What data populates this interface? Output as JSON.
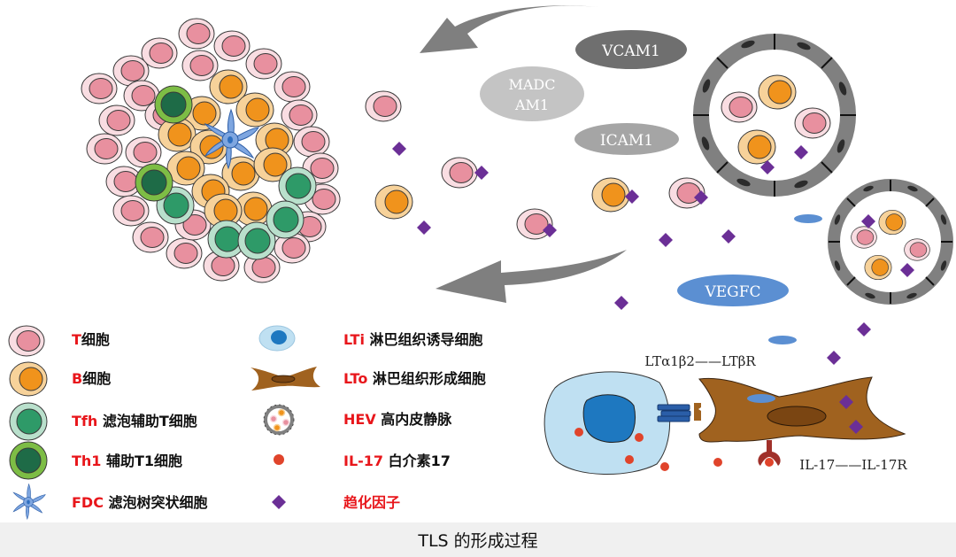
{
  "figure": {
    "caption": "TLS 的形成过程",
    "molecules": {
      "vcam1": "VCAM1",
      "madcam1_line1": "MADC",
      "madcam1_line2": "AM1",
      "icam1": "ICAM1",
      "vegfc": "VEGFC"
    },
    "interactions": {
      "lt_pair": "LTα1β2——LTβR",
      "il17_pair": "IL-17——IL-17R"
    }
  },
  "legend": {
    "items": [
      {
        "abbr": "T",
        "name": "细胞",
        "icon": "t-cell-icon"
      },
      {
        "abbr": "B",
        "name": "细胞",
        "icon": "b-cell-icon"
      },
      {
        "abbr": "Tfh",
        "name": " 滤泡辅助T细胞",
        "icon": "tfh-cell-icon"
      },
      {
        "abbr": "Th1",
        "name": " 辅助T1细胞",
        "icon": "th1-cell-icon"
      },
      {
        "abbr": "FDC",
        "name": " 滤泡树突状细胞",
        "icon": "fdc-cell-icon"
      },
      {
        "abbr": "LTi",
        "name": " 淋巴组织诱导细胞",
        "icon": "lti-cell-icon"
      },
      {
        "abbr": "LTo",
        "name": " 淋巴组织形成细胞",
        "icon": "lto-cell-icon"
      },
      {
        "abbr": "HEV",
        "name": " 高内皮静脉",
        "icon": "hev-icon"
      },
      {
        "abbr": "IL-17",
        "name": " 白介素17",
        "icon": "il17-dot-icon"
      },
      {
        "abbr": "",
        "name": "趋化因子",
        "icon": "chemokine-diamond-icon"
      }
    ]
  },
  "colors": {
    "t_outer": "#f9dde2",
    "t_inner": "#e8909f",
    "b_outer": "#f7d29a",
    "b_inner": "#f0931c",
    "tfh_outer": "#b9e0cc",
    "tfh_inner": "#2e9a68",
    "th1_outer": "#7dbd45",
    "th1_inner": "#1e6b47",
    "fdc": "#7ea6e0",
    "fdc_nucleus": "#2e6fc0",
    "lti_outer": "#bfe0f2",
    "lti_inner": "#1e78c0",
    "lto": "#a0621f",
    "lto_nucleus": "#7a4512",
    "hev_wall": "#808080",
    "il17": "#e0442b",
    "chemokine": "#6b2f96",
    "arrow": "#7f7f7f",
    "vcam": "#6f6f6f",
    "madcam": "#c4c4c4",
    "icam": "#a5a5a5",
    "vegfc": "#5b8fd2",
    "label_red": "#e8161b",
    "caption_bg": "#f0f0f0"
  }
}
